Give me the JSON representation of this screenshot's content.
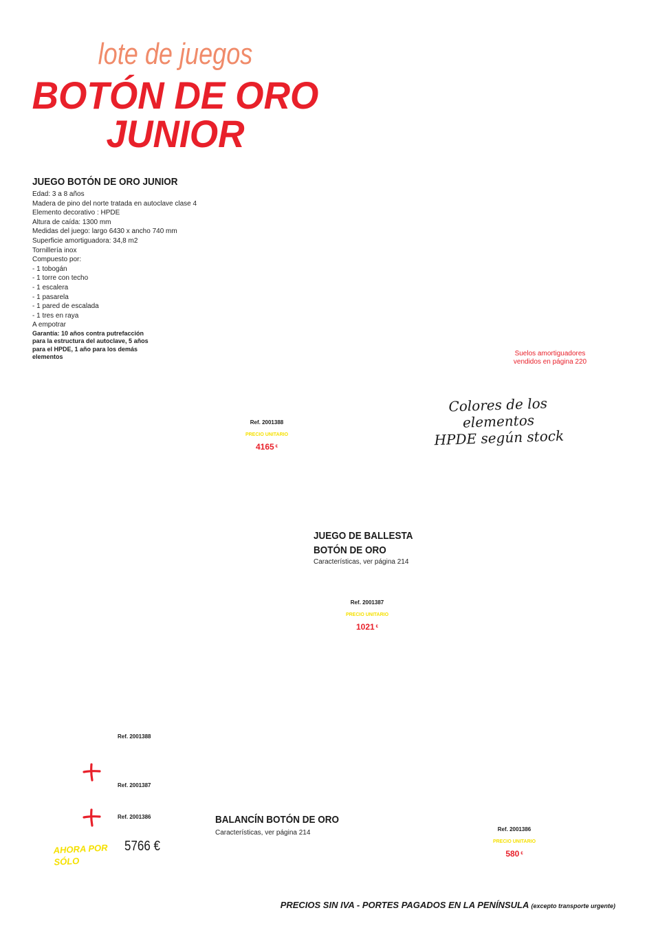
{
  "header": {
    "subtitle": "lote de juegos",
    "title_line1": "BOTÓN DE ORO",
    "title_line2": "JUNIOR"
  },
  "product_junior": {
    "heading": "JUEGO BOTÓN DE ORO JUNIOR",
    "specs": [
      "Edad: 3 a 8 años",
      "Madera de pino del norte tratada en autoclave clase 4",
      "Elemento decorativo : HPDE",
      "Altura de caída: 1300 mm",
      "Medidas del juego: largo 6430 x ancho 740 mm",
      "Superficie amortiguadora: 34,8 m2",
      "Tornillería inox",
      "Compuesto por:",
      "- 1 tobogán",
      "- 1 torre con techo",
      "- 1 escalera",
      "- 1 pasarela",
      "- 1 pared de escalada",
      "- 1 tres en raya",
      "A empotrar"
    ],
    "warranty": [
      "Garantía: 10 años contra putrefacción",
      "para la estructura del autoclave, 5 años",
      "para el HPDE, 1 año para los demás",
      "elementos"
    ],
    "ref": "Ref. 2001388",
    "unit_label": "PRECIO UNITARIO",
    "price": "4165",
    "currency": "€"
  },
  "notes": {
    "floor_line1": "Suelos amortiguadores",
    "floor_line2": "vendidos en página 220",
    "colors_line1": "Colores de los elementos",
    "colors_line2": "HPDE según stock"
  },
  "product_ballesta": {
    "heading_line1": "JUEGO DE BALLESTA",
    "heading_line2": "BOTÓN DE ORO",
    "desc": "Características, ver página 214",
    "ref": "Ref. 2001387",
    "unit_label": "PRECIO UNITARIO",
    "price": "1021",
    "currency": "€"
  },
  "combo": {
    "ref1": "Ref. 2001388",
    "ref2": "Ref. 2001387",
    "ref3": "Ref. 2001386",
    "promo_line1": "AHORA POR",
    "promo_line2": "SÓLO",
    "total": "5766 €",
    "colors": {
      "plus": "#e8202a",
      "promo": "#f5e000"
    }
  },
  "product_balancin": {
    "heading": "BALANCÍN BOTÓN DE ORO",
    "desc": "Características, ver página 214",
    "ref": "Ref. 2001386",
    "unit_label": "PRECIO UNITARIO",
    "price": "580",
    "currency": "€"
  },
  "footer": {
    "main": "PRECIOS SIN IVA - PORTES PAGADOS EN LA PENÍNSULA",
    "small": "(excepto transporte urgente)"
  }
}
